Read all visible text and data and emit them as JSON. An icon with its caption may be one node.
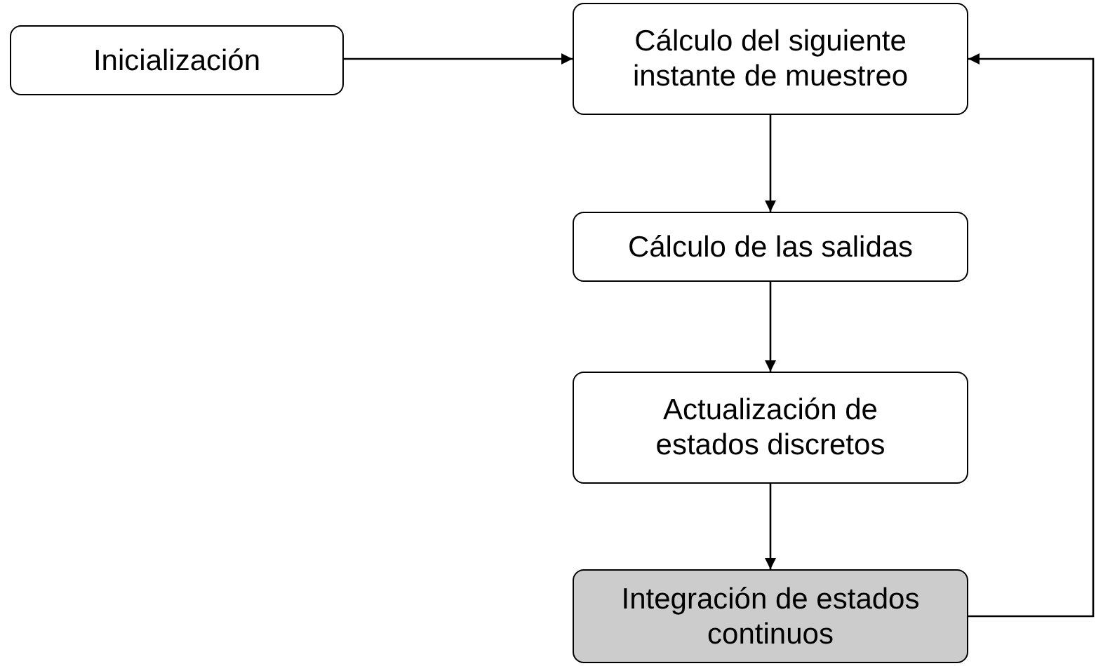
{
  "diagram": {
    "nodes": [
      {
        "text": [
          "Inicialización"
        ]
      },
      {
        "text": [
          "Cálculo del siguiente instante de muestreo"
        ]
      },
      {
        "text": [
          "Cálculo de las salidas"
        ]
      },
      {
        "text": [
          "Actualización de estados discretos"
        ]
      },
      {
        "text": [
          "Integración de estados continuos"
        ]
      }
    ],
    "edges": [
      {
        "from": 0,
        "to": 1,
        "arrow": "to"
      },
      {
        "from": 1,
        "to": 2,
        "arrow": "to"
      },
      {
        "from": 2,
        "to": 3,
        "arrow": "to"
      },
      {
        "from": 3,
        "to": 4,
        "arrow": "to"
      },
      {
        "from": 4,
        "to": 1,
        "arrow": "to"
      }
    ]
  }
}
